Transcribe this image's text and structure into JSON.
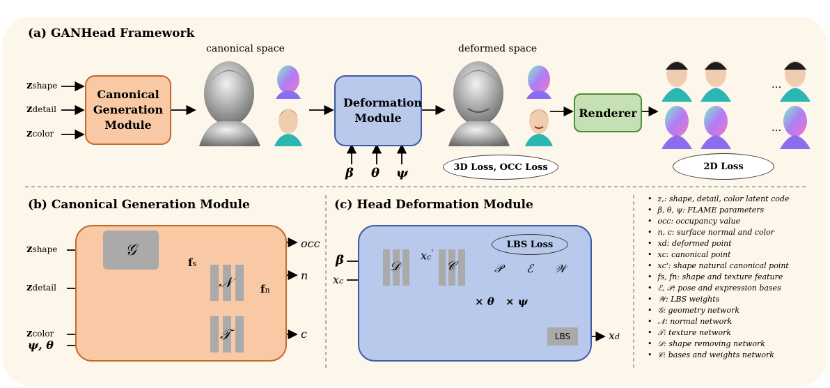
{
  "panel_a": {
    "title": "(a) GANHead Framework",
    "inputs": [
      "z_shape",
      "z_detail",
      "z_color"
    ],
    "canonical_module": "Canonical Generation Module",
    "canonical_space_label": "canonical space",
    "deformation_module": "Deformation Module",
    "params": [
      "β",
      "θ",
      "ψ"
    ],
    "deformed_space_label": "deformed space",
    "renderer": "Renderer",
    "loss_3d": "3D Loss, OCC Loss",
    "loss_2d": "2D Loss",
    "ellipsis": "..."
  },
  "panel_b": {
    "title": "(b) Canonical Generation Module",
    "inputs": [
      "z_shape",
      "z_detail",
      "z_color",
      "ψ, θ"
    ],
    "geometry_net": "𝒢",
    "normal_net": "𝒩",
    "texture_net": "𝒯",
    "feat_s": "f_s",
    "feat_n": "f_n",
    "outputs": [
      "occ",
      "n",
      "c"
    ]
  },
  "panel_c": {
    "title": "(c) Head Deformation Module",
    "lbs_loss": "LBS Loss",
    "input_beta": "β",
    "input_xc": "x_c",
    "net_d": "𝒟",
    "xc_prime": "x_c'",
    "net_c": "𝒞",
    "bases": [
      "𝒫",
      "ℰ",
      "𝒲"
    ],
    "times_theta": "× θ",
    "times_psi": "× ψ",
    "lbs": "LBS",
    "output": "x_d"
  },
  "legend": [
    "z,: shape, detail, color latent code",
    "β, θ, ψ: FLAME parameters",
    "occ: occupancy value",
    "n, c: surface normal and color",
    "xd: deformed point",
    "xc: canonical point",
    "xc': shape natural canonical point",
    "fs, fn: shape and texture feature",
    "ℰ, 𝒫: pose and expression bases",
    "𝒲: LBS weights",
    "𝒢: geometry network",
    "𝒩: normal network",
    "𝒯: texture network",
    "𝒟: shape removing network",
    "𝒞: bases and weights network"
  ],
  "colors": {
    "orange_fill": "#f9c9a5",
    "orange_border": "#c5692a",
    "blue_fill": "#b8c9ec",
    "blue_border": "#3d5ba8",
    "green_fill": "#c4e0b4",
    "green_border": "#4e8a37",
    "background": "#fdf6ea"
  }
}
